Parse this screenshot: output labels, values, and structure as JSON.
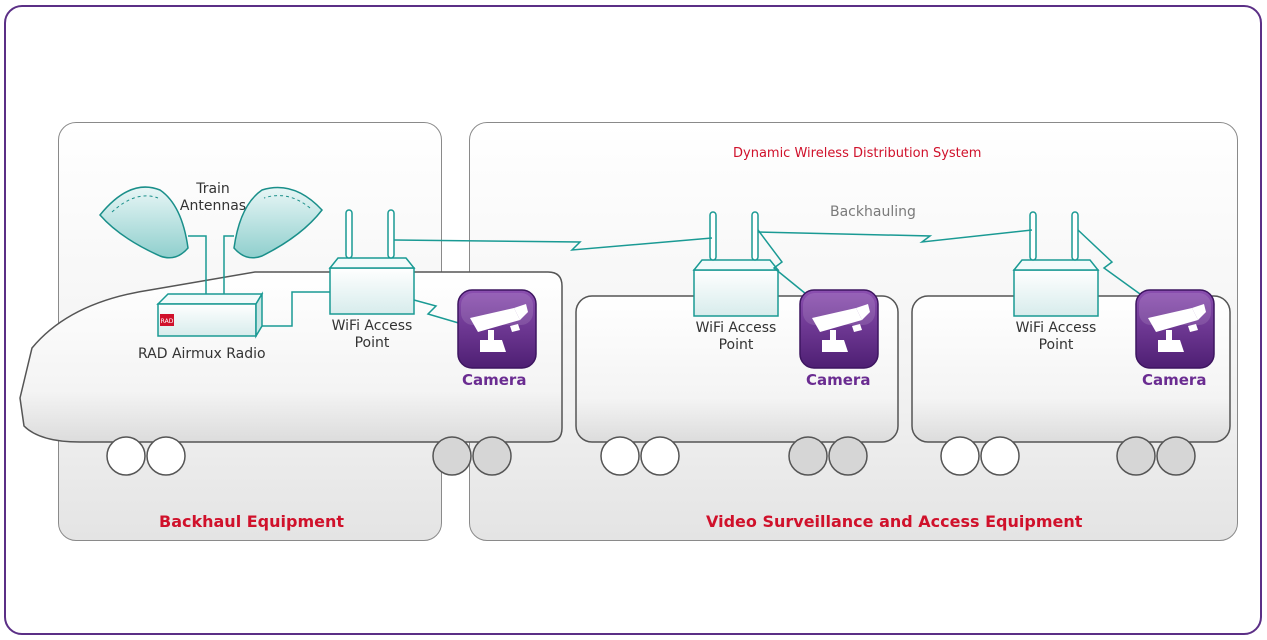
{
  "labels": {
    "train_antennas": "Train\nAntennas",
    "rad_radio": "RAD Airmux Radio",
    "wifi_ap": "WiFi Access\nPoint",
    "camera": "Camera",
    "backhauling": "Backhauling",
    "dwds": "Dynamic Wireless Distribution System",
    "backhaul_equipment": "Backhaul Equipment",
    "video_equipment": "Video Surveillance and Access Equipment",
    "rad_logo": "RAD"
  },
  "colors": {
    "frame": "#5b2f86",
    "accent_red": "#d0112b",
    "camera_purple": "#6a2c91",
    "link_teal": "#1a9a94",
    "antenna_teal": "#bfe6e6"
  }
}
